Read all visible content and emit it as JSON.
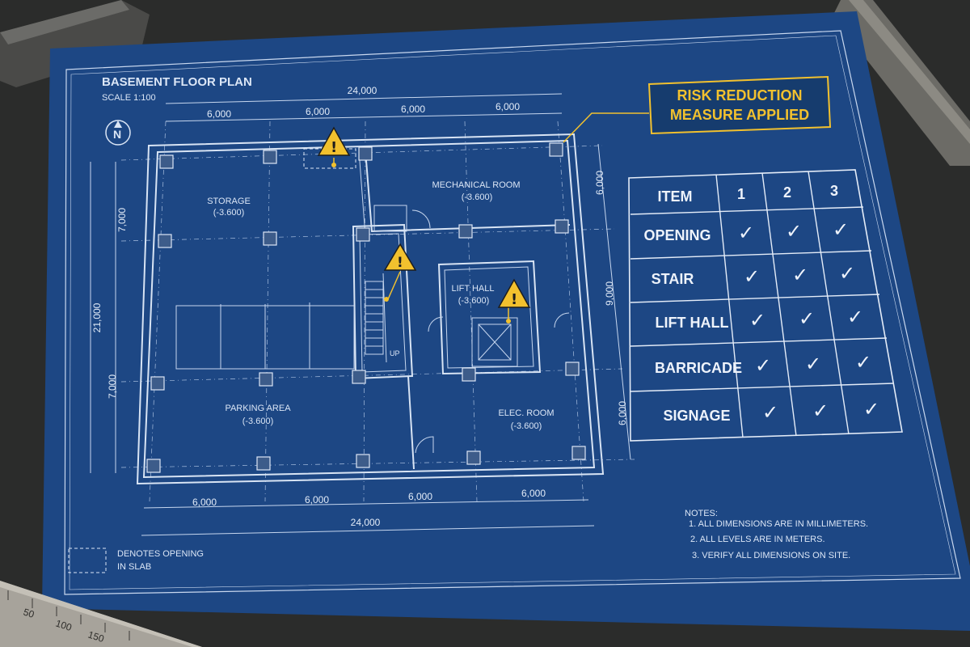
{
  "plan": {
    "title": "BASEMENT FLOOR PLAN",
    "scale": "SCALE 1:100",
    "north": "N",
    "top_total": "24,000",
    "top_bays": [
      "6,000",
      "6,000",
      "6,000",
      "6,000"
    ],
    "bottom_total": "24,000",
    "bottom_bays": [
      "6,000",
      "6,000",
      "6,000",
      "6,000"
    ],
    "left_total": "21,000",
    "left_bays": [
      "7,000",
      "7,000"
    ],
    "right_bays": [
      "6,000",
      "9,000",
      "6,000"
    ],
    "stair_up": "UP"
  },
  "rooms": {
    "storage": {
      "name": "STORAGE",
      "level": "(-3.600)"
    },
    "mechanical": {
      "name": "MECHANICAL ROOM",
      "level": "(-3.600)"
    },
    "lift_hall": {
      "name": "LIFT HALL",
      "level": "(-3.600)"
    },
    "parking": {
      "name": "PARKING AREA",
      "level": "(-3.600)"
    },
    "elec": {
      "name": "ELEC. ROOM",
      "level": "(-3.600)"
    }
  },
  "callout": {
    "line1": "RISK REDUCTION",
    "line2": "MEASURE APPLIED",
    "border_color": "#f2c12e"
  },
  "checklist": {
    "headers": [
      "ITEM",
      "1",
      "2",
      "3"
    ],
    "rows": [
      {
        "item": "OPENING",
        "checks": [
          "✓",
          "✓",
          "✓"
        ]
      },
      {
        "item": "STAIR",
        "checks": [
          "✓",
          "✓",
          "✓"
        ]
      },
      {
        "item": "LIFT HALL",
        "checks": [
          "✓",
          "✓",
          "✓"
        ]
      },
      {
        "item": "BARRICADE",
        "checks": [
          "✓",
          "✓",
          "✓"
        ]
      },
      {
        "item": "SIGNAGE",
        "checks": [
          "✓",
          "✓",
          "✓"
        ]
      }
    ]
  },
  "notes": {
    "title": "NOTES:",
    "items": [
      "1.  ALL DIMENSIONS ARE IN MILLIMETERS.",
      "2.  ALL LEVELS ARE IN METERS.",
      "3.  VERIFY ALL DIMENSIONS ON SITE."
    ]
  },
  "legend": {
    "line1": "DENOTES OPENING",
    "line2": "IN SLAB"
  },
  "ruler": {
    "ticks": [
      "50",
      "100",
      "150"
    ]
  },
  "colors": {
    "paper": "#1d4784",
    "warning": "#f2c12e"
  }
}
